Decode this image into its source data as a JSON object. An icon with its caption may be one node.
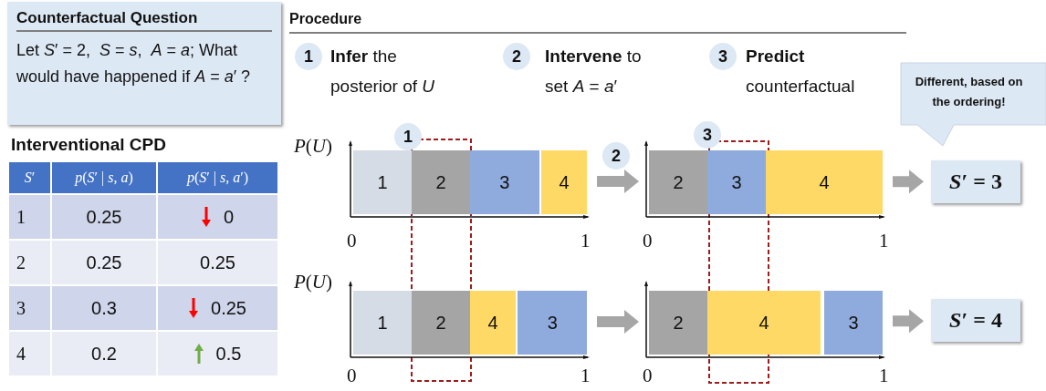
{
  "diagram": {
    "nodes": [
      {
        "text": [
          "Counterfactual Question",
          "Let *S*′ = 2,  *S* = *s*,  *A* = *a*; What would have happened if *A* = *a*′ ?"
        ]
      },
      {
        "text": [
          "1"
        ],
        "beside": [
          "**Infer** the posterior of *U*"
        ]
      },
      {
        "text": [
          "2"
        ],
        "beside": [
          "**Intervene** to set *A* = *a*′"
        ]
      },
      {
        "text": [
          "3"
        ],
        "beside": [
          "**Predict** counterfactual"
        ]
      },
      {
        "text": [],
        "shape": "bar"
      },
      {
        "text": [
          "1"
        ],
        "in": 4
      },
      {
        "text": [
          "2"
        ],
        "in": 4
      },
      {
        "text": [
          "3"
        ],
        "in": 4
      },
      {
        "text": [
          "4"
        ],
        "in": 4
      },
      {
        "text": [
          "1"
        ]
      },
      {
        "text": [
          "2"
        ]
      },
      {
        "text": [],
        "shape": "bar"
      },
      {
        "text": [
          "2"
        ],
        "in": 11
      },
      {
        "text": [
          "3"
        ],
        "in": 11
      },
      {
        "text": [
          "4"
        ],
        "in": 11
      },
      {
        "text": [
          "3"
        ]
      },
      {
        "text": [
          "Different, based on the ordering!"
        ]
      },
      {
        "text": [
          "*S*′ = 3"
        ]
      },
      {
        "text": [],
        "shape": "bar"
      },
      {
        "text": [
          "1"
        ],
        "in": 18
      },
      {
        "text": [
          "2"
        ],
        "in": 18
      },
      {
        "text": [
          "4"
        ],
        "in": 18
      },
      {
        "text": [
          "3"
        ],
        "in": 18
      },
      {
        "text": [],
        "shape": "bar"
      },
      {
        "text": [
          "2"
        ],
        "in": 23
      },
      {
        "text": [
          "4"
        ],
        "in": 23
      },
      {
        "text": [
          "3"
        ],
        "in": 23
      },
      {
        "text": [
          "*S*′ = 4"
        ]
      }
    ],
    "edges": [
      {
        "from": 4,
        "to": 11,
        "arrow": "to"
      },
      {
        "from": 11,
        "to": 17,
        "arrow": "to"
      },
      {
        "from": 18,
        "to": 23,
        "arrow": "to"
      },
      {
        "from": 23,
        "to": 27,
        "arrow": "to"
      }
    ],
    "labels": [
      "Procedure",
      "Interventional CPD",
      "*S*′",
      "*p*(*S*′ | *s*, *a*)",
      "*p*(*S*′ | *s*, *a*′)",
      "1",
      "0.25",
      "0",
      "2",
      "0.25",
      "0.25",
      "3",
      "0.3",
      "0.25",
      "4",
      "0.2",
      "0.5",
      "*P*(*U*)",
      "0",
      "1",
      "0",
      "1",
      "*P*(*U*)",
      "0",
      "1",
      "0",
      "1"
    ]
  }
}
